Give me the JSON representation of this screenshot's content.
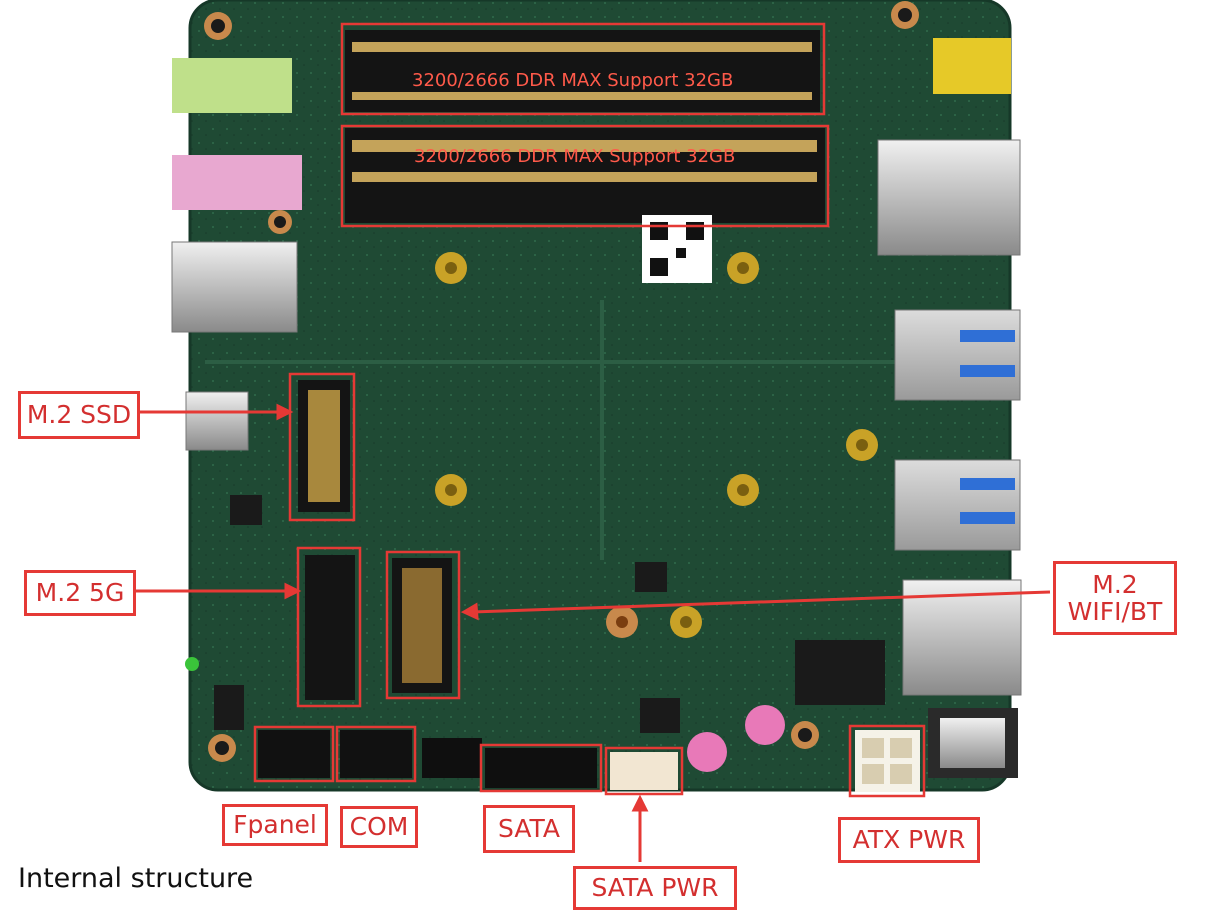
{
  "photo": {
    "caption": "Internal structure",
    "ram_slots": [
      {
        "label": "3200/2666 DDR MAX Support 32GB"
      },
      {
        "label": "3200/2666 DDR MAX Support 32GB"
      }
    ],
    "callouts": {
      "m2_ssd": "M.2 SSD",
      "m2_5g": "M.2 5G",
      "m2_wifi_line1": "M.2",
      "m2_wifi_line2": "WIFI/BT",
      "fpanel": "Fpanel",
      "com": "COM",
      "sata": "SATA",
      "sata_pwr": "SATA PWR",
      "atx_pwr": "ATX PWR"
    },
    "colors": {
      "board": "#1f4a34",
      "highlight": "#e53935",
      "gold": "#c9a227"
    }
  }
}
